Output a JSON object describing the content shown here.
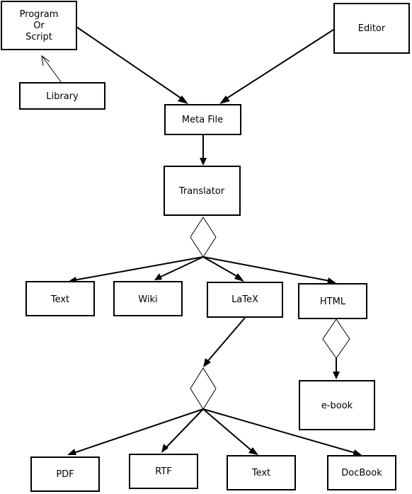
{
  "diagram": {
    "nodes": {
      "program": [
        "Program",
        "Or",
        "Script"
      ],
      "editor": "Editor",
      "library": "Library",
      "meta_file": "Meta File",
      "translator": "Translator",
      "text": "Text",
      "wiki": "Wiki",
      "latex": "LaTeX",
      "html": "HTML",
      "ebook": "e-book",
      "pdf": "PDF",
      "rtf": "RTF",
      "text2": "Text",
      "docbook": "DocBook"
    },
    "edges": [
      {
        "from": "library",
        "to": "program"
      },
      {
        "from": "program",
        "to": "meta_file"
      },
      {
        "from": "editor",
        "to": "meta_file"
      },
      {
        "from": "meta_file",
        "to": "translator"
      },
      {
        "from": "translator",
        "to": "text"
      },
      {
        "from": "translator",
        "to": "wiki"
      },
      {
        "from": "translator",
        "to": "latex"
      },
      {
        "from": "translator",
        "to": "html"
      },
      {
        "from": "html",
        "to": "ebook"
      },
      {
        "from": "latex",
        "to": "pdf"
      },
      {
        "from": "latex",
        "to": "rtf"
      },
      {
        "from": "latex",
        "to": "text2"
      },
      {
        "from": "latex",
        "to": "docbook"
      }
    ]
  }
}
